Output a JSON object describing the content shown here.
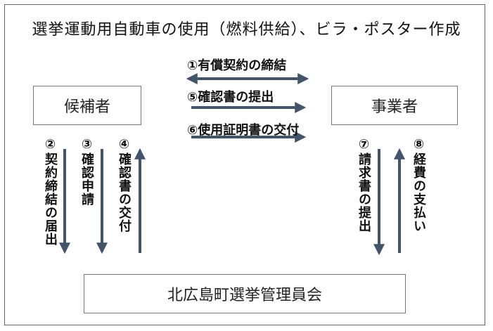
{
  "title": "選挙運動用自動車の使用（燃料供給）、ビラ・ポスター作成",
  "nodes": {
    "candidate": "候補者",
    "vendor": "事業者",
    "committee": "北広島町選挙管理員会"
  },
  "steps": {
    "s1": "①有償契約の締結",
    "s2": "②契約締結の届出",
    "s3": "③確認申請",
    "s4": "④確認書の交付",
    "s5": "⑤確認書の提出",
    "s6": "⑥使用証明書の交付",
    "s7": "⑦請求書の提出",
    "s8": "⑧経費の支払い"
  },
  "colors": {
    "arrow": "#44546a",
    "border": "#777777"
  }
}
